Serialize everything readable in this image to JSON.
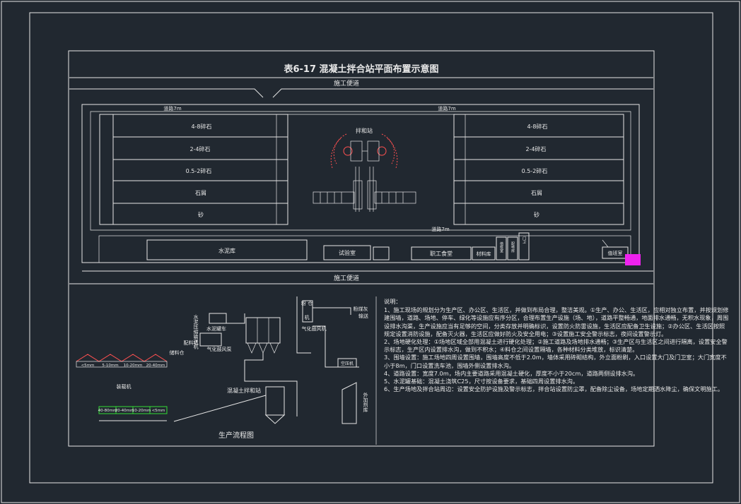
{
  "title": "表6-17    混凝土拌合站平面布置示意图",
  "roads": {
    "top_road": "施工便道",
    "bottom_road": "施工便道",
    "road_top_left": "道路7m",
    "road_top_right": "道路7m",
    "road_middle": "道路7m"
  },
  "aggregate_bins_left": [
    "4-8碎石",
    "2-4碎石",
    "0.5-2碎石",
    "石屑",
    "砂"
  ],
  "aggregate_bins_right": [
    "4-8碎石",
    "2-4碎石",
    "0.5-2碎石",
    "石屑",
    "砂"
  ],
  "plant_label": "拌和站",
  "bottom_buildings": {
    "water_pool": "水泥库",
    "lab": "试验室",
    "staff_canteen": "职工食堂",
    "material_store": "材料库",
    "small_1": "值班室",
    "small_2": "配电房",
    "small_3": "门卫",
    "gatehouse": "值班室"
  },
  "flow": {
    "caption": "生产流程图",
    "silo_label": "粉 仓",
    "machine": "机",
    "dust": "粉煤灰",
    "transport": "输送",
    "pneumatic": "气化鼓风机",
    "pneumatic2": "气化鼓风泵",
    "feeder": "配料机",
    "mixer": "混凝土拌和站",
    "admix": "外加剂库",
    "tank": "空压机",
    "vertical": "水泥压缩输送机",
    "cement_silo": "水泥罐车",
    "grades_top": [
      "<5mm",
      "5-10mm",
      "10-20mm",
      "20-40mm"
    ],
    "grades_top_label": "储料仓",
    "grades_bottom": [
      "40-80mm",
      "20-40mm",
      "10-20mm",
      "<5mm"
    ],
    "loader": "装载机"
  },
  "notes": {
    "heading": "说明：",
    "items": [
      "1、施工现场的规划分为生产区、办公区、生活区，并做到布局合理，整洁美观。①生产、办公、生活区，应相对独立布置，并按规划修建围墙，道路、场地、停车、绿化等设施应有序分区，合理布置生产设施（场、地），道路平整畅通，地面排水通畅，无积水现象，周围设排水沟渠，生产设施应当有足够的空间，分类存放并明确标识，设置防火防雷设施，生活区应配备卫生设施；②办公区、生活区按照规定设置消防设施，配备灭火器，生活区应做好防火及安全用电；③设置施工安全警示标志，夜间设置警示灯。",
      "2、场地硬化处理：①场地区域全部用混凝土进行硬化处理；②施工道路及场地排水通畅；③生产区与生活区之间进行隔离，设置安全警示标志，生产区内设置排水沟，做到不积水；④料仓之间设置隔墙，各种材料分类堆放，标识清楚。",
      "3、围墙设置：施工场地四周设置围墙，围墙高度不低于2.0m，墙体采用砖砌结构，外立面粉刷，入口设置大门及门卫室；大门宽度不小于8m，门口设置洗车池，围墙外侧设置排水沟。",
      "4、道路设置：宽度7.0m，场内主要道路采用混凝土硬化，厚度不小于20cm，道路两侧设排水沟。",
      "5、水泥罐基础：混凝土浇筑C25，尺寸按设备要求，基础四周设置排水沟。",
      "6、生产场地及拌合站周边：设置安全防护设施及警示标志，拌合站设置防尘罩，配备除尘设备，场地定期洒水降尘，确保文明施工。"
    ]
  }
}
